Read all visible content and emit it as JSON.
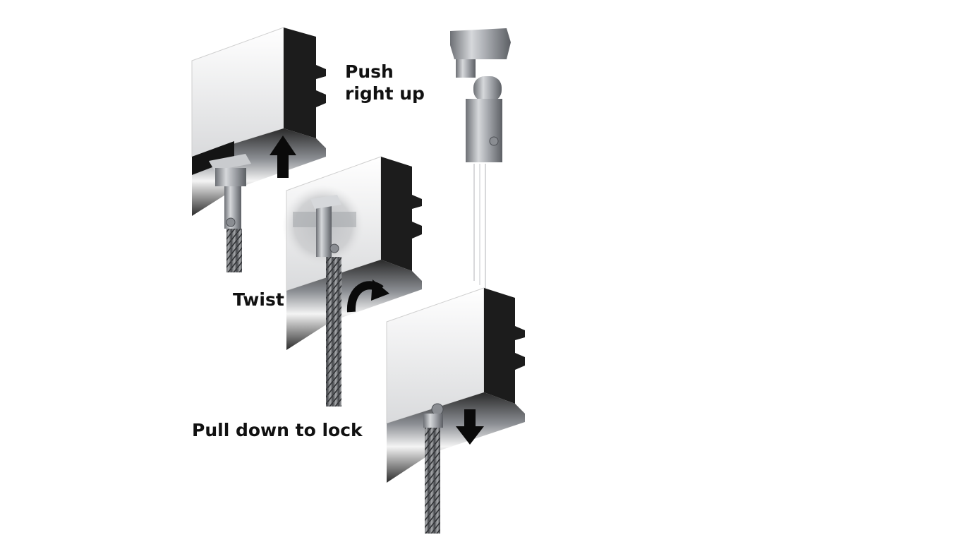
{
  "steps": {
    "push": {
      "line1": "Push",
      "line2": "right up"
    },
    "twist": {
      "text": "Twist"
    },
    "pull": {
      "text": "Pull down to lock"
    }
  },
  "colors": {
    "background": "#ffffff",
    "text": "#111111",
    "rail_face": "#f1f1f1",
    "rail_dark": "#1c1c1c",
    "metal": "#9a9da2",
    "arrow": "#0a0a0a"
  },
  "icons": [
    "up-arrow-icon",
    "twist-arrow-icon",
    "down-arrow-icon"
  ]
}
